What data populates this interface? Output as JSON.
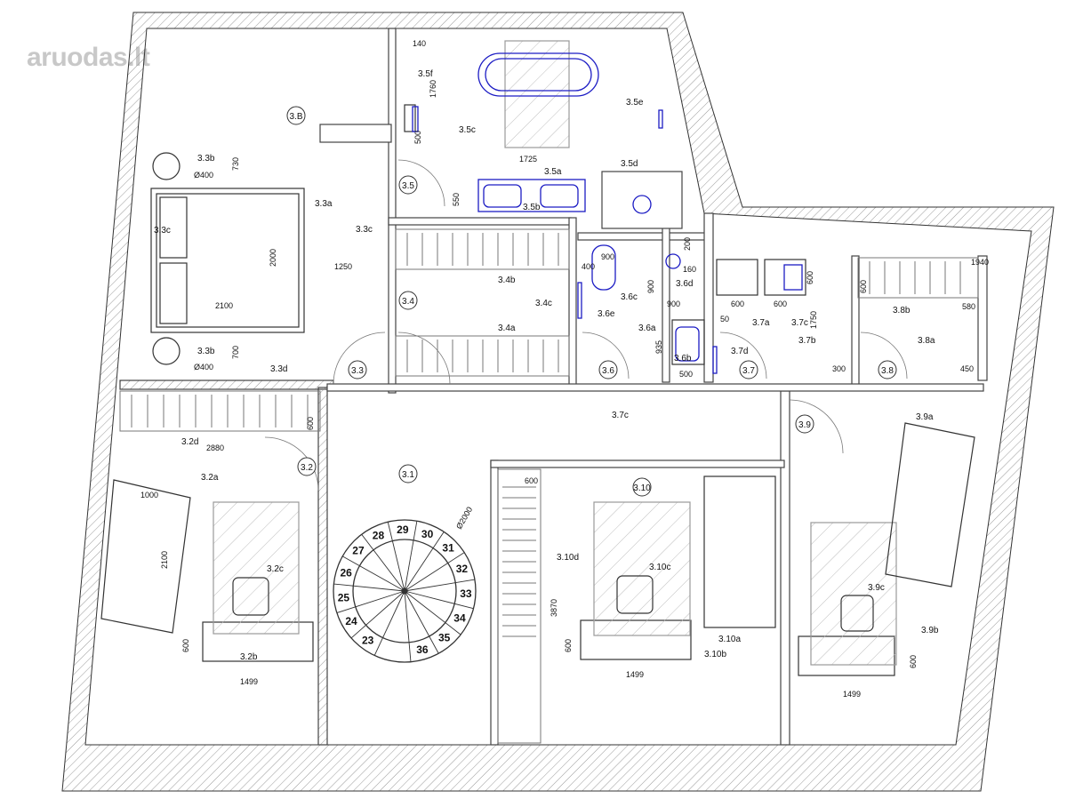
{
  "watermark": "aruodas.lt",
  "rooms": [
    "3.B",
    "3.1",
    "3.2",
    "3.3",
    "3.4",
    "3.5",
    "3.6",
    "3.7",
    "3.8",
    "3.9",
    "3.10"
  ],
  "labels": [
    "3.5f",
    "3.5c",
    "3.5e",
    "3.5d",
    "3.5a",
    "3.5b",
    "3.3b",
    "3.3a",
    "3.3c",
    "3.3c",
    "3.3b",
    "3.3d",
    "3.4b",
    "3.4c",
    "3.4a",
    "3.6c",
    "3.6d",
    "3.6e",
    "3.6a",
    "3.6b",
    "3.7a",
    "3.7c",
    "3.7b",
    "3.7d",
    "3.8b",
    "3.8a",
    "3.7c",
    "3.9a",
    "3.2d",
    "3.2a",
    "3.2c",
    "3.2b",
    "3.10d",
    "3.10c",
    "3.10a",
    "3.10b",
    "3.9c",
    "3.9b"
  ],
  "dimensions": [
    "140",
    "1760",
    "500",
    "1725",
    "550",
    "730",
    "Ø400",
    "2000",
    "1250",
    "2100",
    "700",
    "Ø400",
    "900",
    "400",
    "900",
    "900",
    "160",
    "200",
    "600",
    "600",
    "600",
    "1750",
    "50",
    "935",
    "500",
    "300",
    "1940",
    "600",
    "580",
    "450",
    "600",
    "2880",
    "1000",
    "2100",
    "600",
    "1499",
    "Ø2000",
    "600",
    "3870",
    "600",
    "1499",
    "600",
    "1499"
  ],
  "stairs": [
    "23",
    "24",
    "25",
    "26",
    "27",
    "28",
    "29",
    "30",
    "31",
    "32",
    "33",
    "34",
    "35",
    "36"
  ]
}
